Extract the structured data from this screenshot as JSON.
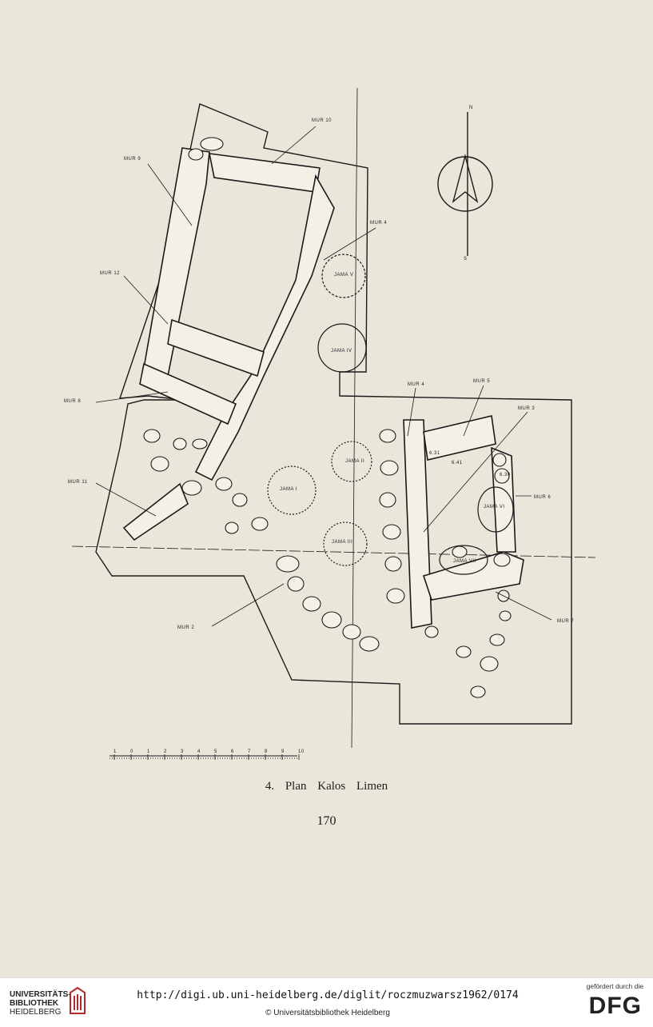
{
  "plan": {
    "labels": {
      "mur10": "MUR 10",
      "mur9": "MUR 9",
      "mur4a": "MUR 4",
      "mur12": "MUR 12",
      "mur8": "MUR 8",
      "mur11": "MUR 11",
      "mur2": "MUR 2",
      "mur4b": "MUR 4",
      "mur5": "MUR 5",
      "mur3": "MUR 3",
      "mur6": "MUR 6",
      "mur7": "MUR 7",
      "jama1": "JAMA I",
      "jama2": "JAMA II",
      "jama3": "JAMA III",
      "jama4": "JAMA IV",
      "jama5": "JAMA V",
      "jama6": "JAMA VI",
      "jama7": "JAMA VII",
      "n": "N",
      "s": "S",
      "d1": "6.31",
      "d2": "6.41",
      "d3": "6.30"
    },
    "scale_ticks": [
      "1",
      "0",
      "1",
      "2",
      "3",
      "4",
      "5",
      "6",
      "7",
      "8",
      "9",
      "10"
    ]
  },
  "caption": "4. Plan Kalos Limen",
  "page_number": "170",
  "footer": {
    "library_line1": "UNIVERSITÄTS-",
    "library_line2": "BIBLIOTHEK",
    "library_line3": "HEIDELBERG",
    "url": "http://digi.ub.uni-heidelberg.de/diglit/roczmuzwarsz1962/0174",
    "copyright": "© Universitätsbibliothek Heidelberg",
    "funded_by": "gefördert durch die",
    "dfg": "DFG"
  }
}
